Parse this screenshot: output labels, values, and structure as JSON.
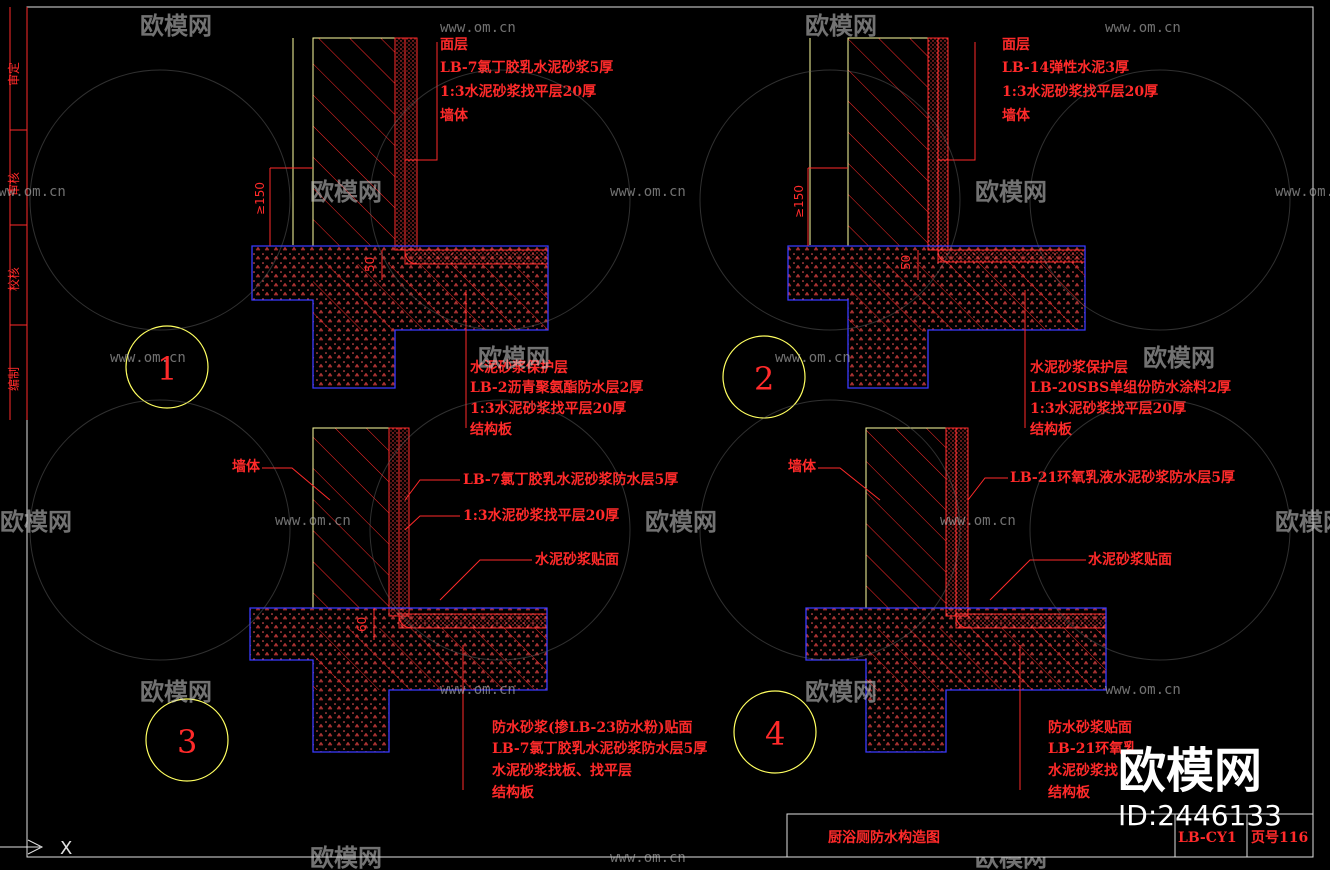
{
  "side_labels": [
    "审定",
    "审核",
    "校核",
    "编制"
  ],
  "details": [
    {
      "number": "1",
      "wall_labels": [
        "面层",
        "LB-7氯丁胶乳水泥砂浆5厚",
        "1:3水泥砂浆找平层20厚",
        "墙体"
      ],
      "floor_labels": [
        "水泥砂浆保护层",
        "LB-2沥青聚氨酯防水层2厚",
        "1:3水泥砂浆找平层20厚",
        "结构板"
      ],
      "dims": [
        "≥150",
        "50"
      ]
    },
    {
      "number": "2",
      "wall_labels": [
        "面层",
        "LB-14弹性水泥3厚",
        "1:3水泥砂浆找平层20厚",
        "墙体"
      ],
      "floor_labels": [
        "水泥砂浆保护层",
        "LB-20SBS单组份防水涂料2厚",
        "1:3水泥砂浆找平层20厚",
        "结构板"
      ],
      "dims": [
        "≥150",
        "50"
      ]
    },
    {
      "number": "3",
      "wall_labels": [
        "墙体",
        "LB-7氯丁胶乳水泥砂浆防水层5厚",
        "1:3水泥砂浆找平层20厚",
        "水泥砂浆贴面"
      ],
      "floor_labels": [
        "防水砂浆(掺LB-23防水粉)贴面",
        "LB-7氯丁胶乳水泥砂浆防水层5厚",
        "水泥砂浆找板、找平层",
        "结构板"
      ],
      "dims": [
        "60"
      ]
    },
    {
      "number": "4",
      "wall_labels": [
        "墙体",
        "LB-21环氧乳液水泥砂浆防水层5厚",
        "水泥砂浆贴面"
      ],
      "floor_labels": [
        "防水砂浆贴面",
        "LB-21环氧乳",
        "水泥砂浆找",
        "结构板"
      ],
      "dims": []
    }
  ],
  "title_block": {
    "title": "厨浴厕防水构造图",
    "code": "LB-CY1",
    "page": "页号116"
  },
  "watermark": {
    "brand": "欧模网",
    "url": "www.om.cn",
    "big_brand": "欧模网",
    "id_text": "ID:2446133"
  },
  "axis_marker": "X",
  "colors": {
    "line": "#ff2a2a",
    "wall": "#ffffa0",
    "slab_edge": "#3a3aff",
    "hatch": "#ff2a2a",
    "circle": "#ffff60",
    "frame": "#e0e0e0"
  }
}
